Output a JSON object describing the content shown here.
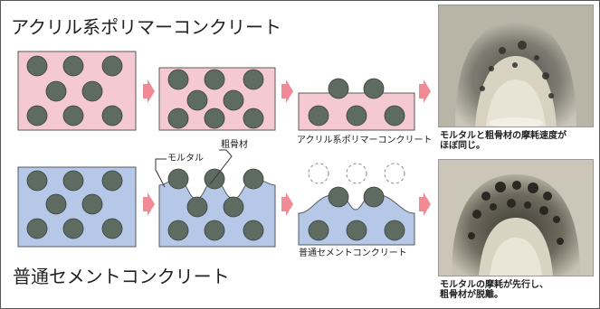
{
  "titles": {
    "acrylic": "アクリル系ポリマーコンクリート",
    "cement": "普通セメントコンクリート"
  },
  "labels": {
    "acrylic_small": "アクリル系ポリマーコンクリート",
    "cement_small": "普通セメントコンクリート",
    "mortar": "モルタル",
    "aggregate": "粗骨材"
  },
  "captions": {
    "acrylic": [
      "モルタルと粗骨材の摩耗速度が",
      "ほぼ同じ。"
    ],
    "cement": [
      "モルタルの摩耗が先行し、",
      "粗骨材が脱離。"
    ]
  },
  "colors": {
    "acrylic_fill": "#f4c9d2",
    "cement_fill": "#b5c8e8",
    "aggregate": "#5e6b61",
    "arrow": "#f08a95",
    "outline": "#5a5a5a"
  }
}
